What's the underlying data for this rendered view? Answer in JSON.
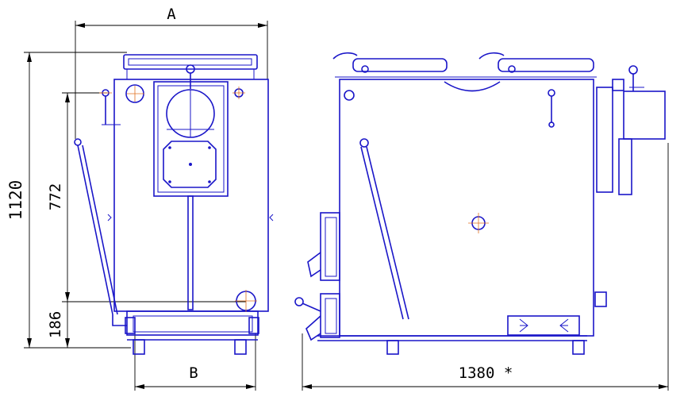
{
  "dimensions": {
    "width_top": "A",
    "width_bottom": "B",
    "height_total": "1120",
    "height_middle": "772",
    "height_low": "186",
    "length_side": "1380 *"
  },
  "colors": {
    "outline": "#1a16c8",
    "dimension": "#000000",
    "centerline": "#e07020",
    "background": "#ffffff"
  }
}
